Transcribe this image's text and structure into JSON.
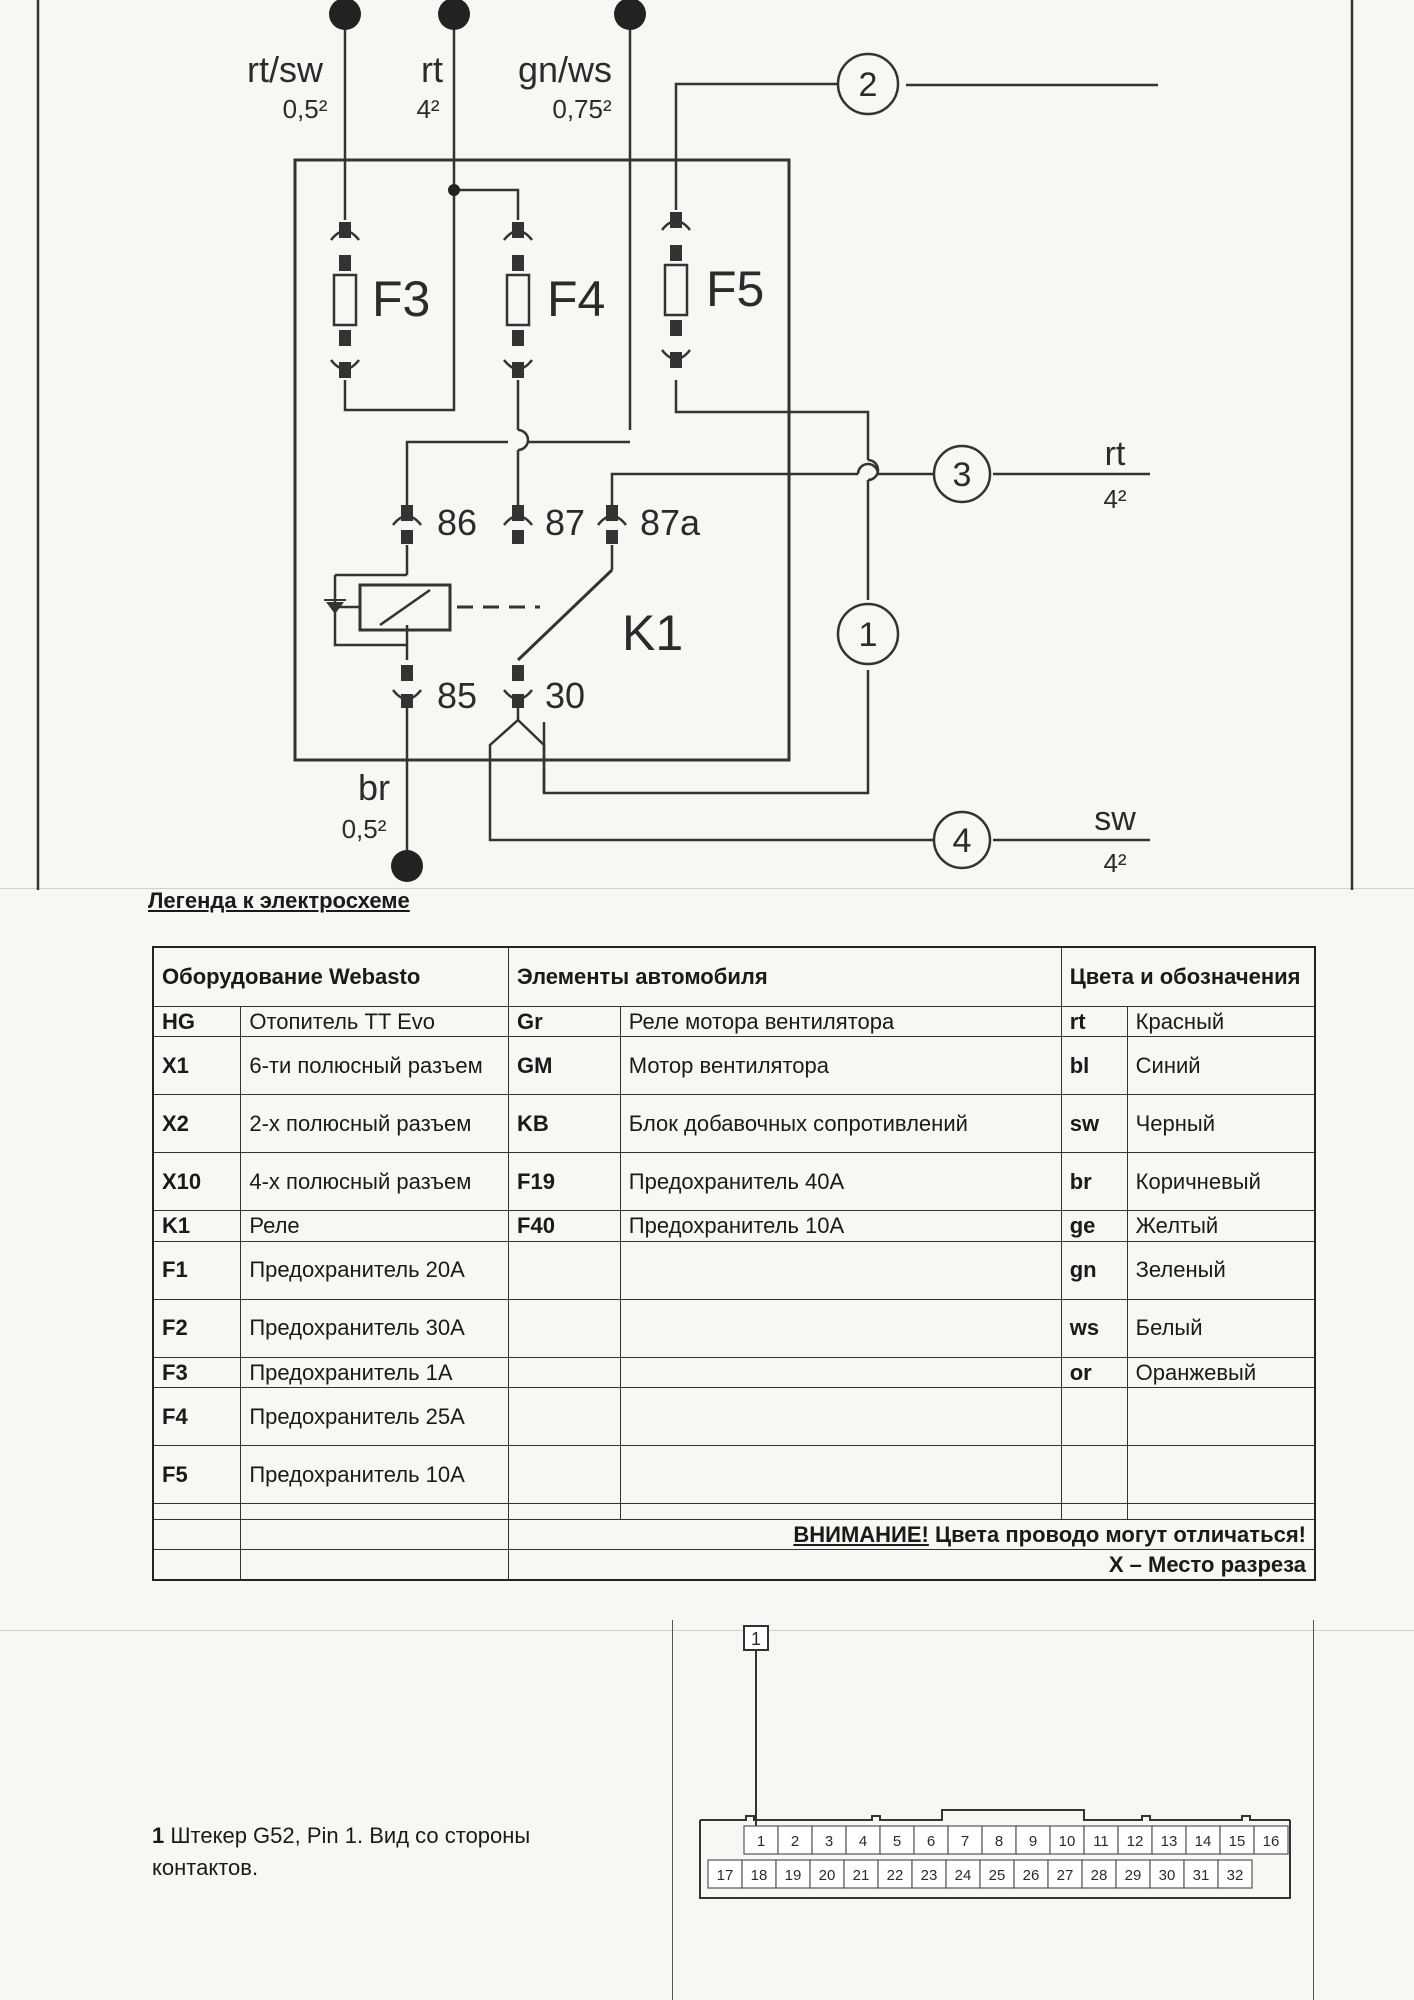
{
  "schematic": {
    "wires_top": [
      {
        "color": "rt/sw",
        "size": "0,5²"
      },
      {
        "color": "rt",
        "size": "4²"
      },
      {
        "color": "gn/ws",
        "size": "0,75²"
      }
    ],
    "fuses": [
      "F3",
      "F4",
      "F5"
    ],
    "relay": {
      "name": "K1",
      "pins": [
        "86",
        "87",
        "87a",
        "85",
        "30"
      ]
    },
    "markers": [
      "2",
      "3",
      "1",
      "4"
    ],
    "right_wires": [
      {
        "color": "rt",
        "size": "4²"
      },
      {
        "color": "sw",
        "size": "4²"
      }
    ],
    "bottom_wire": {
      "color": "br",
      "size": "0,5²"
    }
  },
  "legend": {
    "title": "Легенда к электросхеме",
    "headers": {
      "webasto": "Оборудование Webasto",
      "vehicle": "Элементы автомобиля",
      "colors": "Цвета и обозначения"
    },
    "webasto": [
      {
        "code": "HG",
        "desc": "Отопитель TT Evo"
      },
      {
        "code": "X1",
        "desc": "6-ти полюсный разъем"
      },
      {
        "code": "X2",
        "desc": "2-х полюсный разъем"
      },
      {
        "code": "X10",
        "desc": "4-х полюсный разъем"
      },
      {
        "code": "K1",
        "desc": "Реле"
      },
      {
        "code": "F1",
        "desc": "Предохранитель 20А"
      },
      {
        "code": "F2",
        "desc": "Предохранитель 30А"
      },
      {
        "code": "F3",
        "desc": "Предохранитель 1А"
      },
      {
        "code": "F4",
        "desc": "Предохранитель 25А"
      },
      {
        "code": "F5",
        "desc": "Предохранитель 10А"
      }
    ],
    "vehicle": [
      {
        "code": "Gr",
        "desc": "Реле мотора вентилятора"
      },
      {
        "code": "GM",
        "desc": "Мотор вентилятора"
      },
      {
        "code": "KB",
        "desc": "Блок добавочных сопротивлений"
      },
      {
        "code": "F19",
        "desc": "Предохранитель 40А"
      },
      {
        "code": "F40",
        "desc": "Предохранитель 10А"
      }
    ],
    "colors": [
      {
        "code": "rt",
        "desc": "Красный"
      },
      {
        "code": "bl",
        "desc": "Синий"
      },
      {
        "code": "sw",
        "desc": "Черный"
      },
      {
        "code": "br",
        "desc": "Коричневый"
      },
      {
        "code": "ge",
        "desc": "Желтый"
      },
      {
        "code": "gn",
        "desc": "Зеленый"
      },
      {
        "code": "ws",
        "desc": "Белый"
      },
      {
        "code": "or",
        "desc": "Оранжевый"
      }
    ],
    "notice": {
      "warning_label": "ВНИМАНИЕ!",
      "warning_text": "Цвета проводо   могут отличаться!",
      "cut_mark": "X – Место разреза"
    }
  },
  "connector": {
    "callout": "1",
    "caption_num": "1",
    "caption_text": "Штекер G52, Pin 1. Вид со стороны контактов.",
    "pins_top": [
      "1",
      "2",
      "3",
      "4",
      "5",
      "6",
      "7",
      "8",
      "9",
      "10",
      "11",
      "12",
      "13",
      "14",
      "15",
      "16"
    ],
    "pins_bottom": [
      "17",
      "18",
      "19",
      "20",
      "21",
      "22",
      "23",
      "24",
      "25",
      "26",
      "27",
      "28",
      "29",
      "30",
      "31",
      "32"
    ]
  }
}
